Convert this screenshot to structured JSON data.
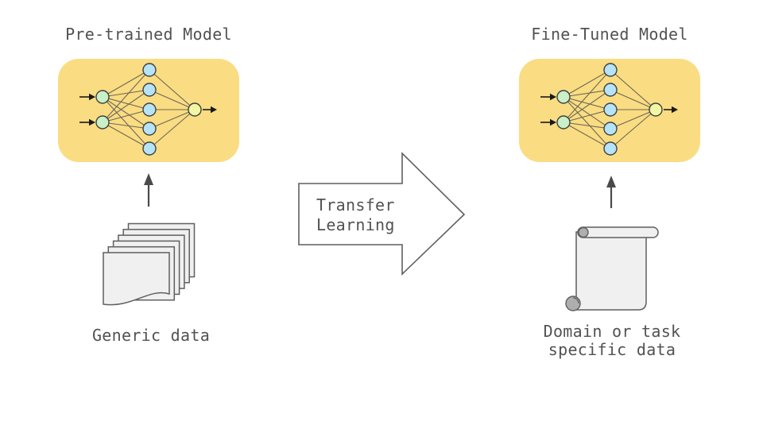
{
  "background": "#ffffff",
  "colors": {
    "model_box_fill": "#fadc82",
    "input_node_fill": "#c9f0c6",
    "hidden_node_fill": "#b5e3f8",
    "output_node_fill": "#f1f7a3",
    "node_stroke": "#404040",
    "edge_stroke": "#6b6757",
    "io_arrow": "#1a1a1a",
    "up_arrow": "#4a4a4a",
    "shape_outline": "#5f5f5f",
    "shape_fill": "#f0f0f0",
    "curl_fill": "#aeaeae",
    "transfer_arrow_fill": "#ffffff",
    "text": "#525252"
  },
  "left_panel": {
    "title": "Pre-trained Model",
    "model_icon": "neural-network-icon",
    "arrow_icon": "up-arrow-icon",
    "data_icon": "documents-stack-icon",
    "data_label": "Generic data"
  },
  "center": {
    "arrow_icon": "right-arrow-shape",
    "label_line1": "Transfer",
    "label_line2": "Learning"
  },
  "right_panel": {
    "title": "Fine-Tuned Model",
    "model_icon": "neural-network-icon",
    "arrow_icon": "up-arrow-icon",
    "data_icon": "scroll-icon",
    "data_label_line1": "Domain or task",
    "data_label_line2": "specific data"
  },
  "network": {
    "input_count": 2,
    "hidden_count": 5,
    "output_count": 1
  }
}
